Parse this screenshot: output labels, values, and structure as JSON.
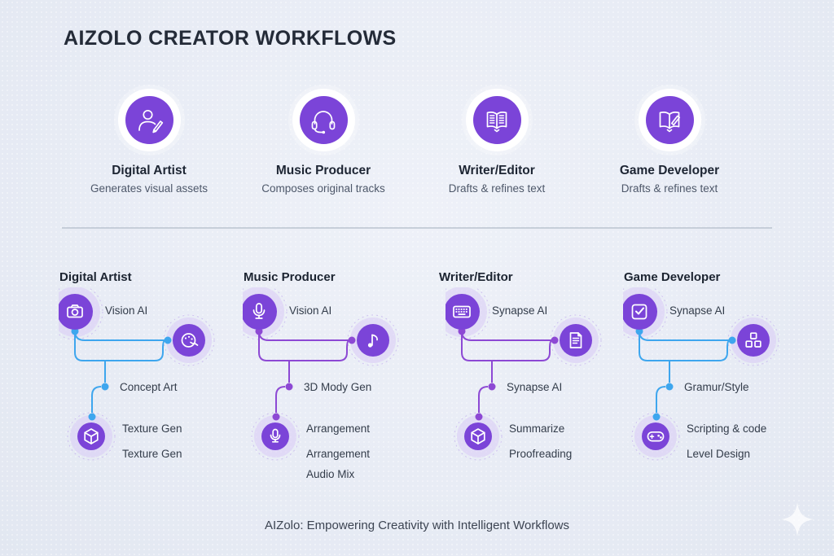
{
  "page": {
    "title": "AIZOLO CREATOR WORKFLOWS",
    "footer": "AIZolo: Empowering Creativity with Intelligent Workflows"
  },
  "colors": {
    "background": "#e9edf5",
    "node_purple": "#7b44d8",
    "node_halo": "#d8cbf5",
    "connector_blue": "#3ea6ee",
    "connector_purple": "#8d49d4",
    "divider": "#b9c3cf",
    "title_text": "#242b38"
  },
  "personas": [
    {
      "name": "Digital Artist",
      "description": "Generates visual assets",
      "icon": "artist-icon"
    },
    {
      "name": "Music Producer",
      "description": "Composes original tracks",
      "icon": "headset-icon"
    },
    {
      "name": "Writer/Editor",
      "description": "Drafts & refines text",
      "icon": "open-book-icon"
    },
    {
      "name": "Game Developer",
      "description": "Drafts & refines text",
      "icon": "book-pencil-icon"
    }
  ],
  "workflows": [
    {
      "title": "Digital Artist",
      "connector_color": "#3ea6ee",
      "top_node": {
        "icon": "camera-icon",
        "label": "Vision AI"
      },
      "side_node": {
        "icon": "palette-icon"
      },
      "mid_label": "Concept Art",
      "bottom_node": {
        "icon": "cube-icon"
      },
      "bottom_labels": [
        "Texture Gen",
        "Texture Gen"
      ]
    },
    {
      "title": "Music Producer",
      "connector_color": "#8d49d4",
      "top_node": {
        "icon": "microphone-icon",
        "label": "Vision AI"
      },
      "side_node": {
        "icon": "music-note-icon"
      },
      "mid_label": "3D Mody Gen",
      "bottom_node": {
        "icon": "microphone-icon"
      },
      "bottom_labels": [
        "Arrangement",
        "Arrangement",
        "Audio Mix"
      ]
    },
    {
      "title": "Writer/Editor",
      "connector_color": "#8d49d4",
      "top_node": {
        "icon": "keyboard-icon",
        "label": "Synapse AI"
      },
      "side_node": {
        "icon": "document-icon"
      },
      "mid_label": "Synapse AI",
      "bottom_node": {
        "icon": "cube-icon"
      },
      "bottom_labels": [
        "Summarize",
        "Proofreading"
      ]
    },
    {
      "title": "Game Developer",
      "connector_color": "#3ea6ee",
      "top_node": {
        "icon": "checkbox-icon",
        "label": "Synapse AI"
      },
      "side_node": {
        "icon": "blocks-icon"
      },
      "mid_label": "Gramur/Style",
      "bottom_node": {
        "icon": "gamepad-icon"
      },
      "bottom_labels": [
        "Scripting & code",
        "Level Design"
      ]
    }
  ]
}
